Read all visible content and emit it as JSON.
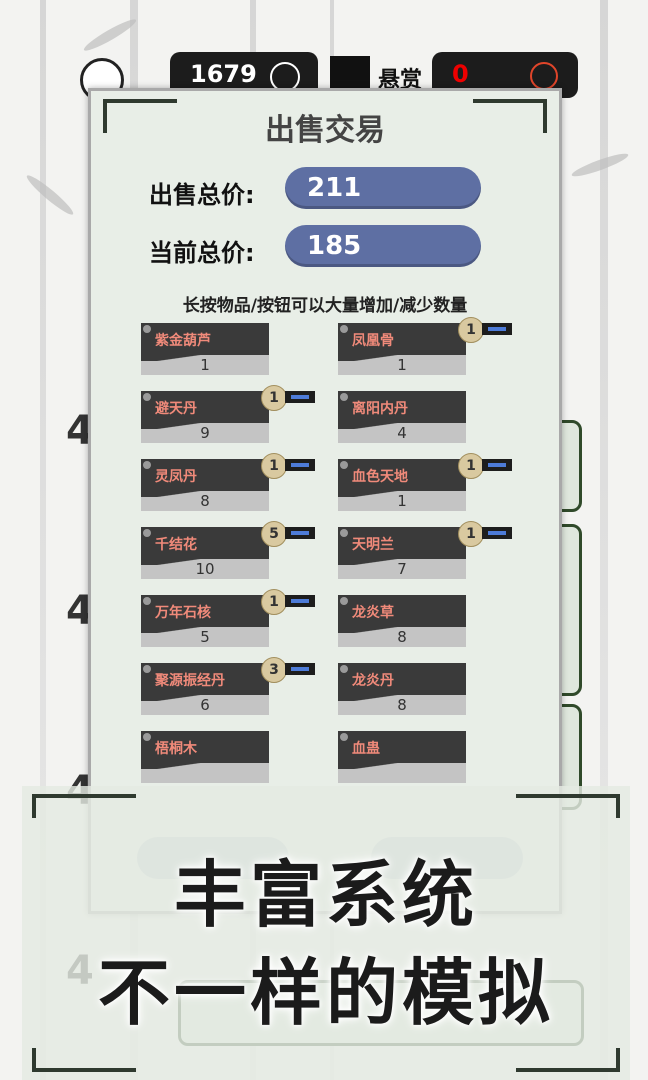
{
  "topbar": {
    "coins": "1679",
    "bounty_label": "悬赏",
    "bounty_value": "0"
  },
  "dialog": {
    "title": "出售交易",
    "sell_total_label": "出售总价:",
    "sell_total_value": "211",
    "current_total_label": "当前总价:",
    "current_total_value": "185",
    "hint": "长按物品/按钮可以大量增加/减少数量",
    "items": [
      {
        "name": "紫金葫芦",
        "qty": "1",
        "badge": ""
      },
      {
        "name": "凤凰骨",
        "qty": "1",
        "badge": "1"
      },
      {
        "name": "避天丹",
        "qty": "9",
        "badge": "1"
      },
      {
        "name": "离阳内丹",
        "qty": "4",
        "badge": ""
      },
      {
        "name": "灵凤丹",
        "qty": "8",
        "badge": "1"
      },
      {
        "name": "血色天地",
        "qty": "1",
        "badge": "1"
      },
      {
        "name": "千结花",
        "qty": "10",
        "badge": "5"
      },
      {
        "name": "天明兰",
        "qty": "7",
        "badge": "1"
      },
      {
        "name": "万年石核",
        "qty": "5",
        "badge": "1"
      },
      {
        "name": "龙炎草",
        "qty": "8",
        "badge": ""
      },
      {
        "name": "聚源振经丹",
        "qty": "6",
        "badge": "3"
      },
      {
        "name": "龙炎丹",
        "qty": "8",
        "badge": ""
      },
      {
        "name": "梧桐木",
        "qty": "",
        "badge": ""
      },
      {
        "name": "血蛊",
        "qty": "",
        "badge": ""
      }
    ]
  },
  "background_numbers": [
    "4",
    "4",
    "4",
    "4"
  ],
  "promo": {
    "line1": "丰富系统",
    "line2": "不一样的模拟"
  }
}
